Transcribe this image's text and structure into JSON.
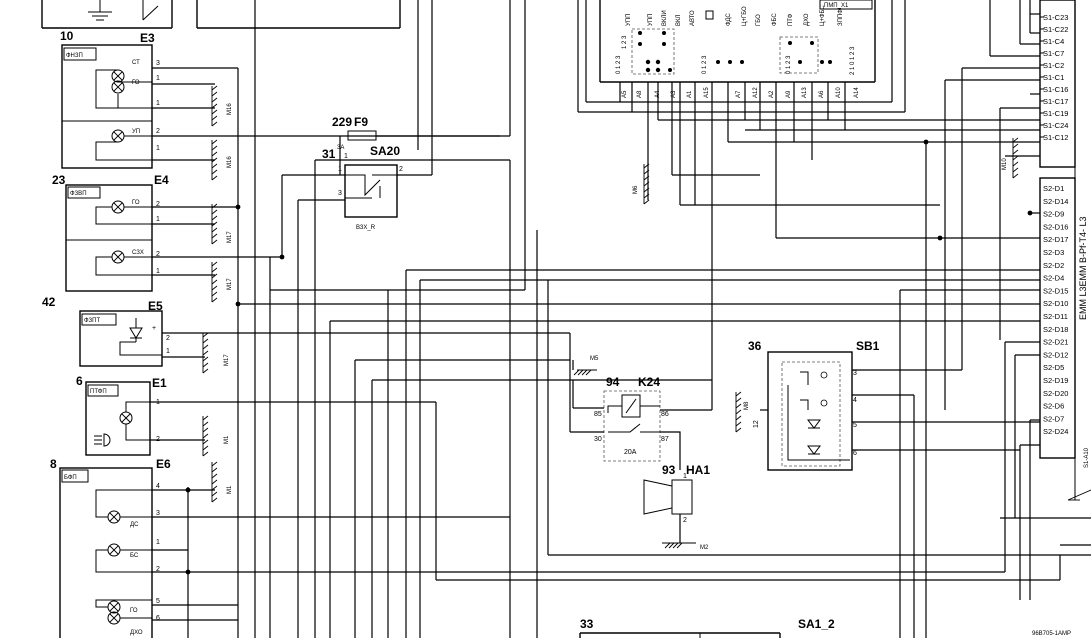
{
  "components": {
    "e3": {
      "num": "10",
      "ref": "E3",
      "name": "ФНЗП",
      "lamp1": "СТ",
      "lamp2": "ГО",
      "lamp3": "УП",
      "pins": [
        "3",
        "1",
        "1",
        "2",
        "1"
      ],
      "ground1": "M16",
      "ground2": "M16"
    },
    "e4": {
      "num": "23",
      "ref": "E4",
      "name": "ФЗВП",
      "lamp1": "ГО",
      "lamp2": "СЗХ",
      "pins": [
        "2",
        "1",
        "2",
        "1"
      ],
      "ground1": "M17",
      "ground2": "M17"
    },
    "e5": {
      "num": "42",
      "ref": "E5",
      "name": "ФЗПТ",
      "plus": "+",
      "pins": [
        "2",
        "1"
      ],
      "ground": "M17"
    },
    "e1": {
      "num": "6",
      "ref": "E1",
      "name": "ПТФП",
      "pins": [
        "1",
        "2"
      ],
      "ground": "M1"
    },
    "e6": {
      "num": "8",
      "ref": "E6",
      "name": "БФП",
      "lamp1": "ДС",
      "lamp2": "БС",
      "lamp3": "ГО",
      "lamp4": "ДХО",
      "pins": [
        "4",
        "3",
        "1",
        "2",
        "5",
        "6"
      ],
      "ground": "M1"
    },
    "f9": {
      "num": "229",
      "ref": "F9",
      "rating": "3A",
      "pin": "1"
    },
    "sa20": {
      "num": "31",
      "ref": "SA20",
      "label": "ВЗХ_R",
      "pins": [
        "1",
        "2",
        "3"
      ]
    },
    "k24": {
      "num": "94",
      "ref": "K24",
      "rating": "20A",
      "pins": [
        "85",
        "86",
        "30",
        "87"
      ],
      "ground": "M5"
    },
    "ha1": {
      "num": "93",
      "ref": "HA1",
      "pins": [
        "1",
        "2"
      ],
      "ground": "M2"
    },
    "sb1": {
      "num": "36",
      "ref": "SB1",
      "pins": [
        "3",
        "4",
        "5",
        "6",
        "12"
      ],
      "ground": "M8"
    },
    "sa1": {
      "num": "33",
      "ref": "SA1_2"
    },
    "pmp": {
      "label": "ПМП_X1",
      "ground": "M6",
      "headers": [
        "1 2 3",
        "0 1 2 3",
        "0 1 2 3",
        "0 1 2 3",
        "2 1 0 1 2 3"
      ]
    },
    "emm": {
      "label": "EMM L3EMM B-Pf-T4- L3",
      "ground": "M10",
      "s1b": "S1-A10"
    }
  },
  "fuse_block": {
    "labels": [
      "УПП",
      "УПП",
      "ВКЛИ",
      "ВКЛ",
      "АВТО",
      "ФДС",
      "Ц+ГБО",
      "ГБО",
      "ФБС",
      "ПТФ",
      "ДХО",
      "Ц+ФБС",
      "ЗППФ"
    ],
    "pins": [
      "A5",
      "A8",
      "A4",
      "A3",
      "A1",
      "A15",
      "A7",
      "A12",
      "A2",
      "A9",
      "A13",
      "A6",
      "A10",
      "A14"
    ]
  },
  "connector_s1": [
    "S1-C23",
    "S1-C22",
    "S1-C4",
    "S1-C7",
    "S1-C2",
    "S1-C1",
    "S1-C16",
    "S1-C17",
    "S1-C19",
    "S1-C24",
    "S1-C12"
  ],
  "connector_s2": [
    "S2-D1",
    "S2-D14",
    "S2-D9",
    "S2-D16",
    "S2-D17",
    "S2-D3",
    "S2-D2",
    "S2-D4",
    "S2-D15",
    "S2-D10",
    "S2-D11",
    "S2-D18",
    "S2-D21",
    "S2-D12",
    "S2-D5",
    "S2-D19",
    "S2-D20",
    "S2-D6",
    "S2-D7",
    "S2-D24"
  ],
  "footer": {
    "code": "96В705-1АМР"
  }
}
